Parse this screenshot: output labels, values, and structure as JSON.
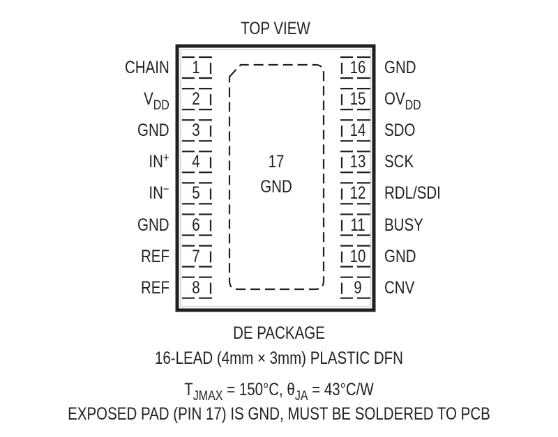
{
  "title": "TOP VIEW",
  "package": {
    "name": "DE PACKAGE",
    "description": "16-LEAD (4mm × 3mm) PLASTIC DFN",
    "thermal": {
      "tjmax_symbol": "T",
      "tjmax_sub": "JMAX",
      "tjmax_value": " = 150°C, ",
      "theta_symbol": "θ",
      "theta_sub": "JA",
      "theta_value": " = 43°C/W"
    },
    "note": "EXPOSED PAD (PIN 17) IS GND, MUST BE SOLDERED TO PCB"
  },
  "exposed_pad": {
    "number": "17",
    "name": "GND"
  },
  "pins_left": [
    {
      "number": "1",
      "name": "CHAIN",
      "sub": "",
      "sup": ""
    },
    {
      "number": "2",
      "name": "V",
      "sub": "DD",
      "sup": ""
    },
    {
      "number": "3",
      "name": "GND",
      "sub": "",
      "sup": ""
    },
    {
      "number": "4",
      "name": "IN",
      "sub": "",
      "sup": "+"
    },
    {
      "number": "5",
      "name": "IN",
      "sub": "",
      "sup": "−"
    },
    {
      "number": "6",
      "name": "GND",
      "sub": "",
      "sup": ""
    },
    {
      "number": "7",
      "name": "REF",
      "sub": "",
      "sup": ""
    },
    {
      "number": "8",
      "name": "REF",
      "sub": "",
      "sup": ""
    }
  ],
  "pins_right": [
    {
      "number": "16",
      "name": "GND",
      "sub": ""
    },
    {
      "number": "15",
      "name": "OV",
      "sub": "DD"
    },
    {
      "number": "14",
      "name": "SDO",
      "sub": ""
    },
    {
      "number": "13",
      "name": "SCK",
      "sub": ""
    },
    {
      "number": "12",
      "name": "RDL/SDI",
      "sub": ""
    },
    {
      "number": "11",
      "name": "BUSY",
      "sub": ""
    },
    {
      "number": "10",
      "name": "GND",
      "sub": ""
    },
    {
      "number": "9",
      "name": "CNV",
      "sub": ""
    }
  ],
  "colors": {
    "ink": "#231f20",
    "background": "#ffffff"
  }
}
